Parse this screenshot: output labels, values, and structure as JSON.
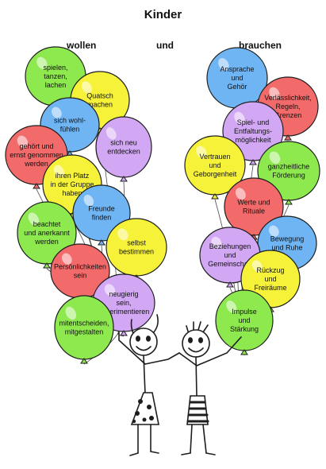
{
  "title": "Kinder",
  "headings": {
    "left": "wollen",
    "middle": "und",
    "right": "brauchen"
  },
  "colors": {
    "green": "#8ee94f",
    "yellow": "#f6f23a",
    "blue": "#6fb4f3",
    "purple": "#d2a7f3",
    "red": "#f36a6a",
    "outline": "#1d1d1d"
  },
  "wollen": [
    {
      "label": [
        "spielen,",
        "tanzen,",
        "lachen"
      ],
      "color": "green"
    },
    {
      "label": [
        "Quatsch",
        "machen"
      ],
      "color": "yellow"
    },
    {
      "label": [
        "sich wohl-",
        "fühlen"
      ],
      "color": "blue"
    },
    {
      "label": [
        "sich neu",
        "entdecken"
      ],
      "color": "purple"
    },
    {
      "label": [
        "gehört und",
        "ernst genommen",
        "werden"
      ],
      "color": "red"
    },
    {
      "label": [
        "ihren Platz",
        "in der Gruppe",
        "haben"
      ],
      "color": "yellow"
    },
    {
      "label": [
        "Freunde",
        "finden"
      ],
      "color": "blue"
    },
    {
      "label": [
        "beachtet",
        "und anerkannt",
        "werden"
      ],
      "color": "green"
    },
    {
      "label": [
        "selbst",
        "bestimmen"
      ],
      "color": "yellow"
    },
    {
      "label": [
        "Persönlichkeiten",
        "sein"
      ],
      "color": "red"
    },
    {
      "label": [
        "neugierig",
        "sein,",
        "experimentieren"
      ],
      "color": "purple"
    },
    {
      "label": [
        "mitentscheiden,",
        "mitgestalten"
      ],
      "color": "green"
    }
  ],
  "brauchen": [
    {
      "label": [
        "Ansprache",
        "und",
        "Gehör"
      ],
      "color": "blue"
    },
    {
      "label": [
        "Verlässlichkeit,",
        "Regeln,",
        "Grenzen"
      ],
      "color": "red"
    },
    {
      "label": [
        "Spiel- und",
        "Entfaltungs-",
        "möglichkeit"
      ],
      "color": "purple"
    },
    {
      "label": [
        "Vertrauen",
        "und",
        "Geborgenheit"
      ],
      "color": "yellow"
    },
    {
      "label": [
        "ganzheitliche",
        "Förderung"
      ],
      "color": "green"
    },
    {
      "label": [
        "Werte und",
        "Rituale"
      ],
      "color": "red"
    },
    {
      "label": [
        "Bewegung",
        "und Ruhe"
      ],
      "color": "blue"
    },
    {
      "label": [
        "Beziehungen",
        "und",
        "Gemeinschaft"
      ],
      "color": "purple"
    },
    {
      "label": [
        "Rückzug",
        "und",
        "Freiräume"
      ],
      "color": "yellow"
    },
    {
      "label": [
        "Impulse",
        "und",
        "Stärkung"
      ],
      "color": "green"
    }
  ]
}
